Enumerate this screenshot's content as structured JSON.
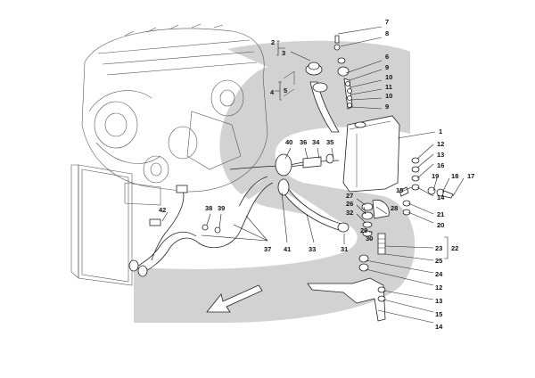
{
  "colors": {
    "watermark": "#d2d2d2",
    "line": "#222222",
    "label": "#111111"
  },
  "callouts": [
    {
      "id": "c7",
      "text": "7"
    },
    {
      "id": "c8",
      "text": "8"
    },
    {
      "id": "c2",
      "text": "2"
    },
    {
      "id": "c3",
      "text": "3"
    },
    {
      "id": "c6",
      "text": "6"
    },
    {
      "id": "c9a",
      "text": "9"
    },
    {
      "id": "c10a",
      "text": "10"
    },
    {
      "id": "c11",
      "text": "11"
    },
    {
      "id": "c10b",
      "text": "10"
    },
    {
      "id": "c9b",
      "text": "9"
    },
    {
      "id": "c4",
      "text": "4"
    },
    {
      "id": "c5",
      "text": "5"
    },
    {
      "id": "c1",
      "text": "1"
    },
    {
      "id": "c12a",
      "text": "12"
    },
    {
      "id": "c13a",
      "text": "13"
    },
    {
      "id": "c16",
      "text": "16"
    },
    {
      "id": "c15a",
      "text": "15"
    },
    {
      "id": "c19",
      "text": "19"
    },
    {
      "id": "c18",
      "text": "18"
    },
    {
      "id": "c17",
      "text": "17"
    },
    {
      "id": "c14a",
      "text": "14"
    },
    {
      "id": "c40",
      "text": "40"
    },
    {
      "id": "c36",
      "text": "36"
    },
    {
      "id": "c34",
      "text": "34"
    },
    {
      "id": "c35",
      "text": "35"
    },
    {
      "id": "c27",
      "text": "27"
    },
    {
      "id": "c26",
      "text": "26"
    },
    {
      "id": "c28",
      "text": "28"
    },
    {
      "id": "c32",
      "text": "32"
    },
    {
      "id": "c21",
      "text": "21"
    },
    {
      "id": "c20",
      "text": "20"
    },
    {
      "id": "c29",
      "text": "29"
    },
    {
      "id": "c30",
      "text": "30"
    },
    {
      "id": "c23",
      "text": "23"
    },
    {
      "id": "c22",
      "text": "22"
    },
    {
      "id": "c25",
      "text": "25"
    },
    {
      "id": "c24",
      "text": "24"
    },
    {
      "id": "c12b",
      "text": "12"
    },
    {
      "id": "c13b",
      "text": "13"
    },
    {
      "id": "c15b",
      "text": "15"
    },
    {
      "id": "c14b",
      "text": "14"
    },
    {
      "id": "c42",
      "text": "42"
    },
    {
      "id": "c38",
      "text": "38"
    },
    {
      "id": "c39",
      "text": "39"
    },
    {
      "id": "c37",
      "text": "37"
    },
    {
      "id": "c41",
      "text": "41"
    },
    {
      "id": "c33",
      "text": "33"
    },
    {
      "id": "c31",
      "text": "31"
    }
  ]
}
